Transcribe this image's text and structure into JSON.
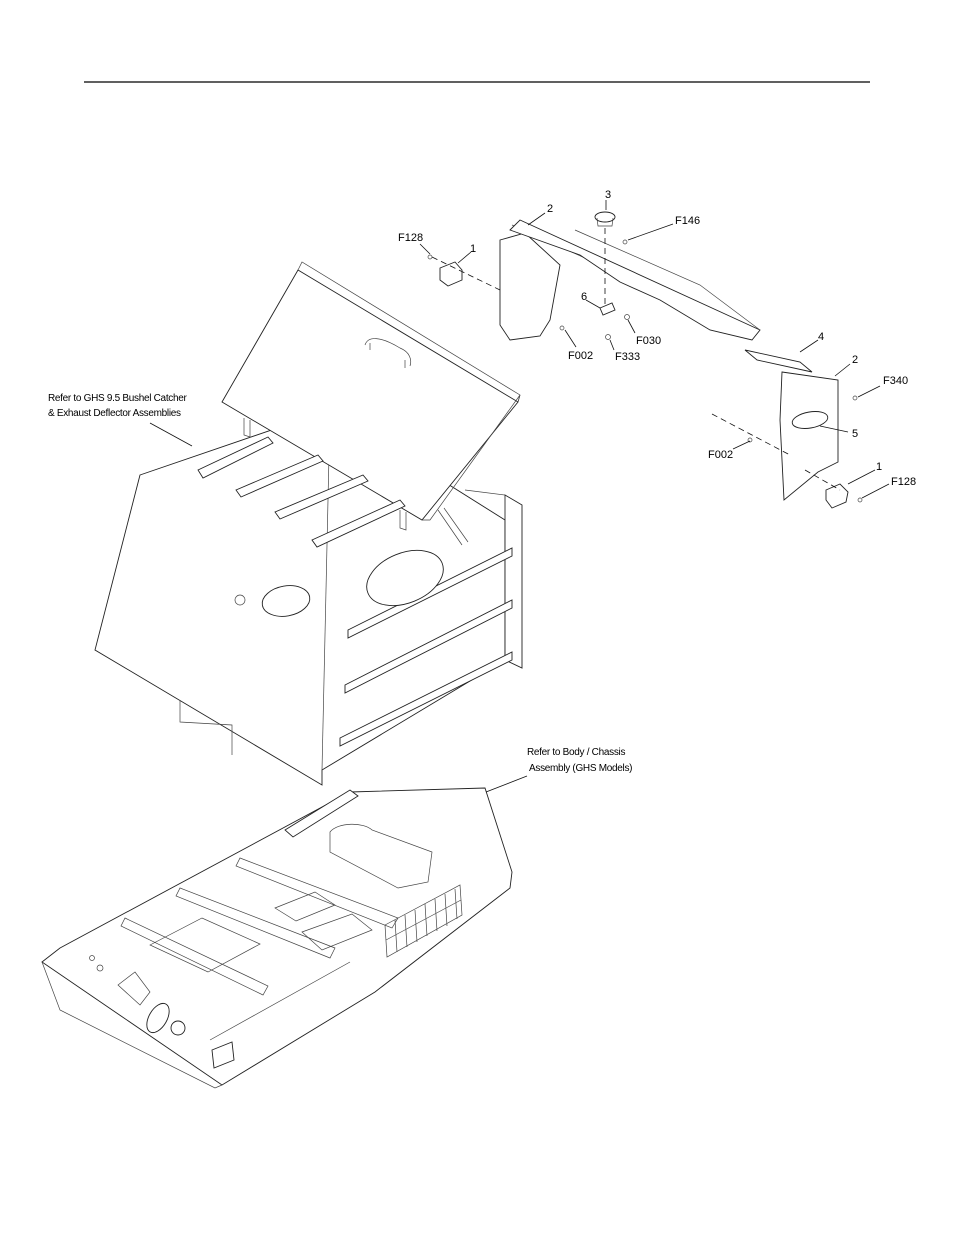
{
  "callouts": {
    "c_f128_left": "F128",
    "c_1_left": "1",
    "c_2_top": "2",
    "c_3": "3",
    "c_f146": "F146",
    "c_6": "6",
    "c_f030": "F030",
    "c_f002_left": "F002",
    "c_f333": "F333",
    "c_4": "4",
    "c_2_right": "2",
    "c_f340": "F340",
    "c_5": "5",
    "c_f002_right": "F002",
    "c_1_right": "1",
    "c_f128_right": "F128"
  },
  "notes": {
    "bushel_line1": "Refer to GHS 9.5 Bushel Catcher",
    "bushel_line2": "& Exhaust Deflector Assemblies",
    "body_line1": "Refer to Body / Chassis",
    "body_line2": "Assembly (GHS Models)"
  }
}
